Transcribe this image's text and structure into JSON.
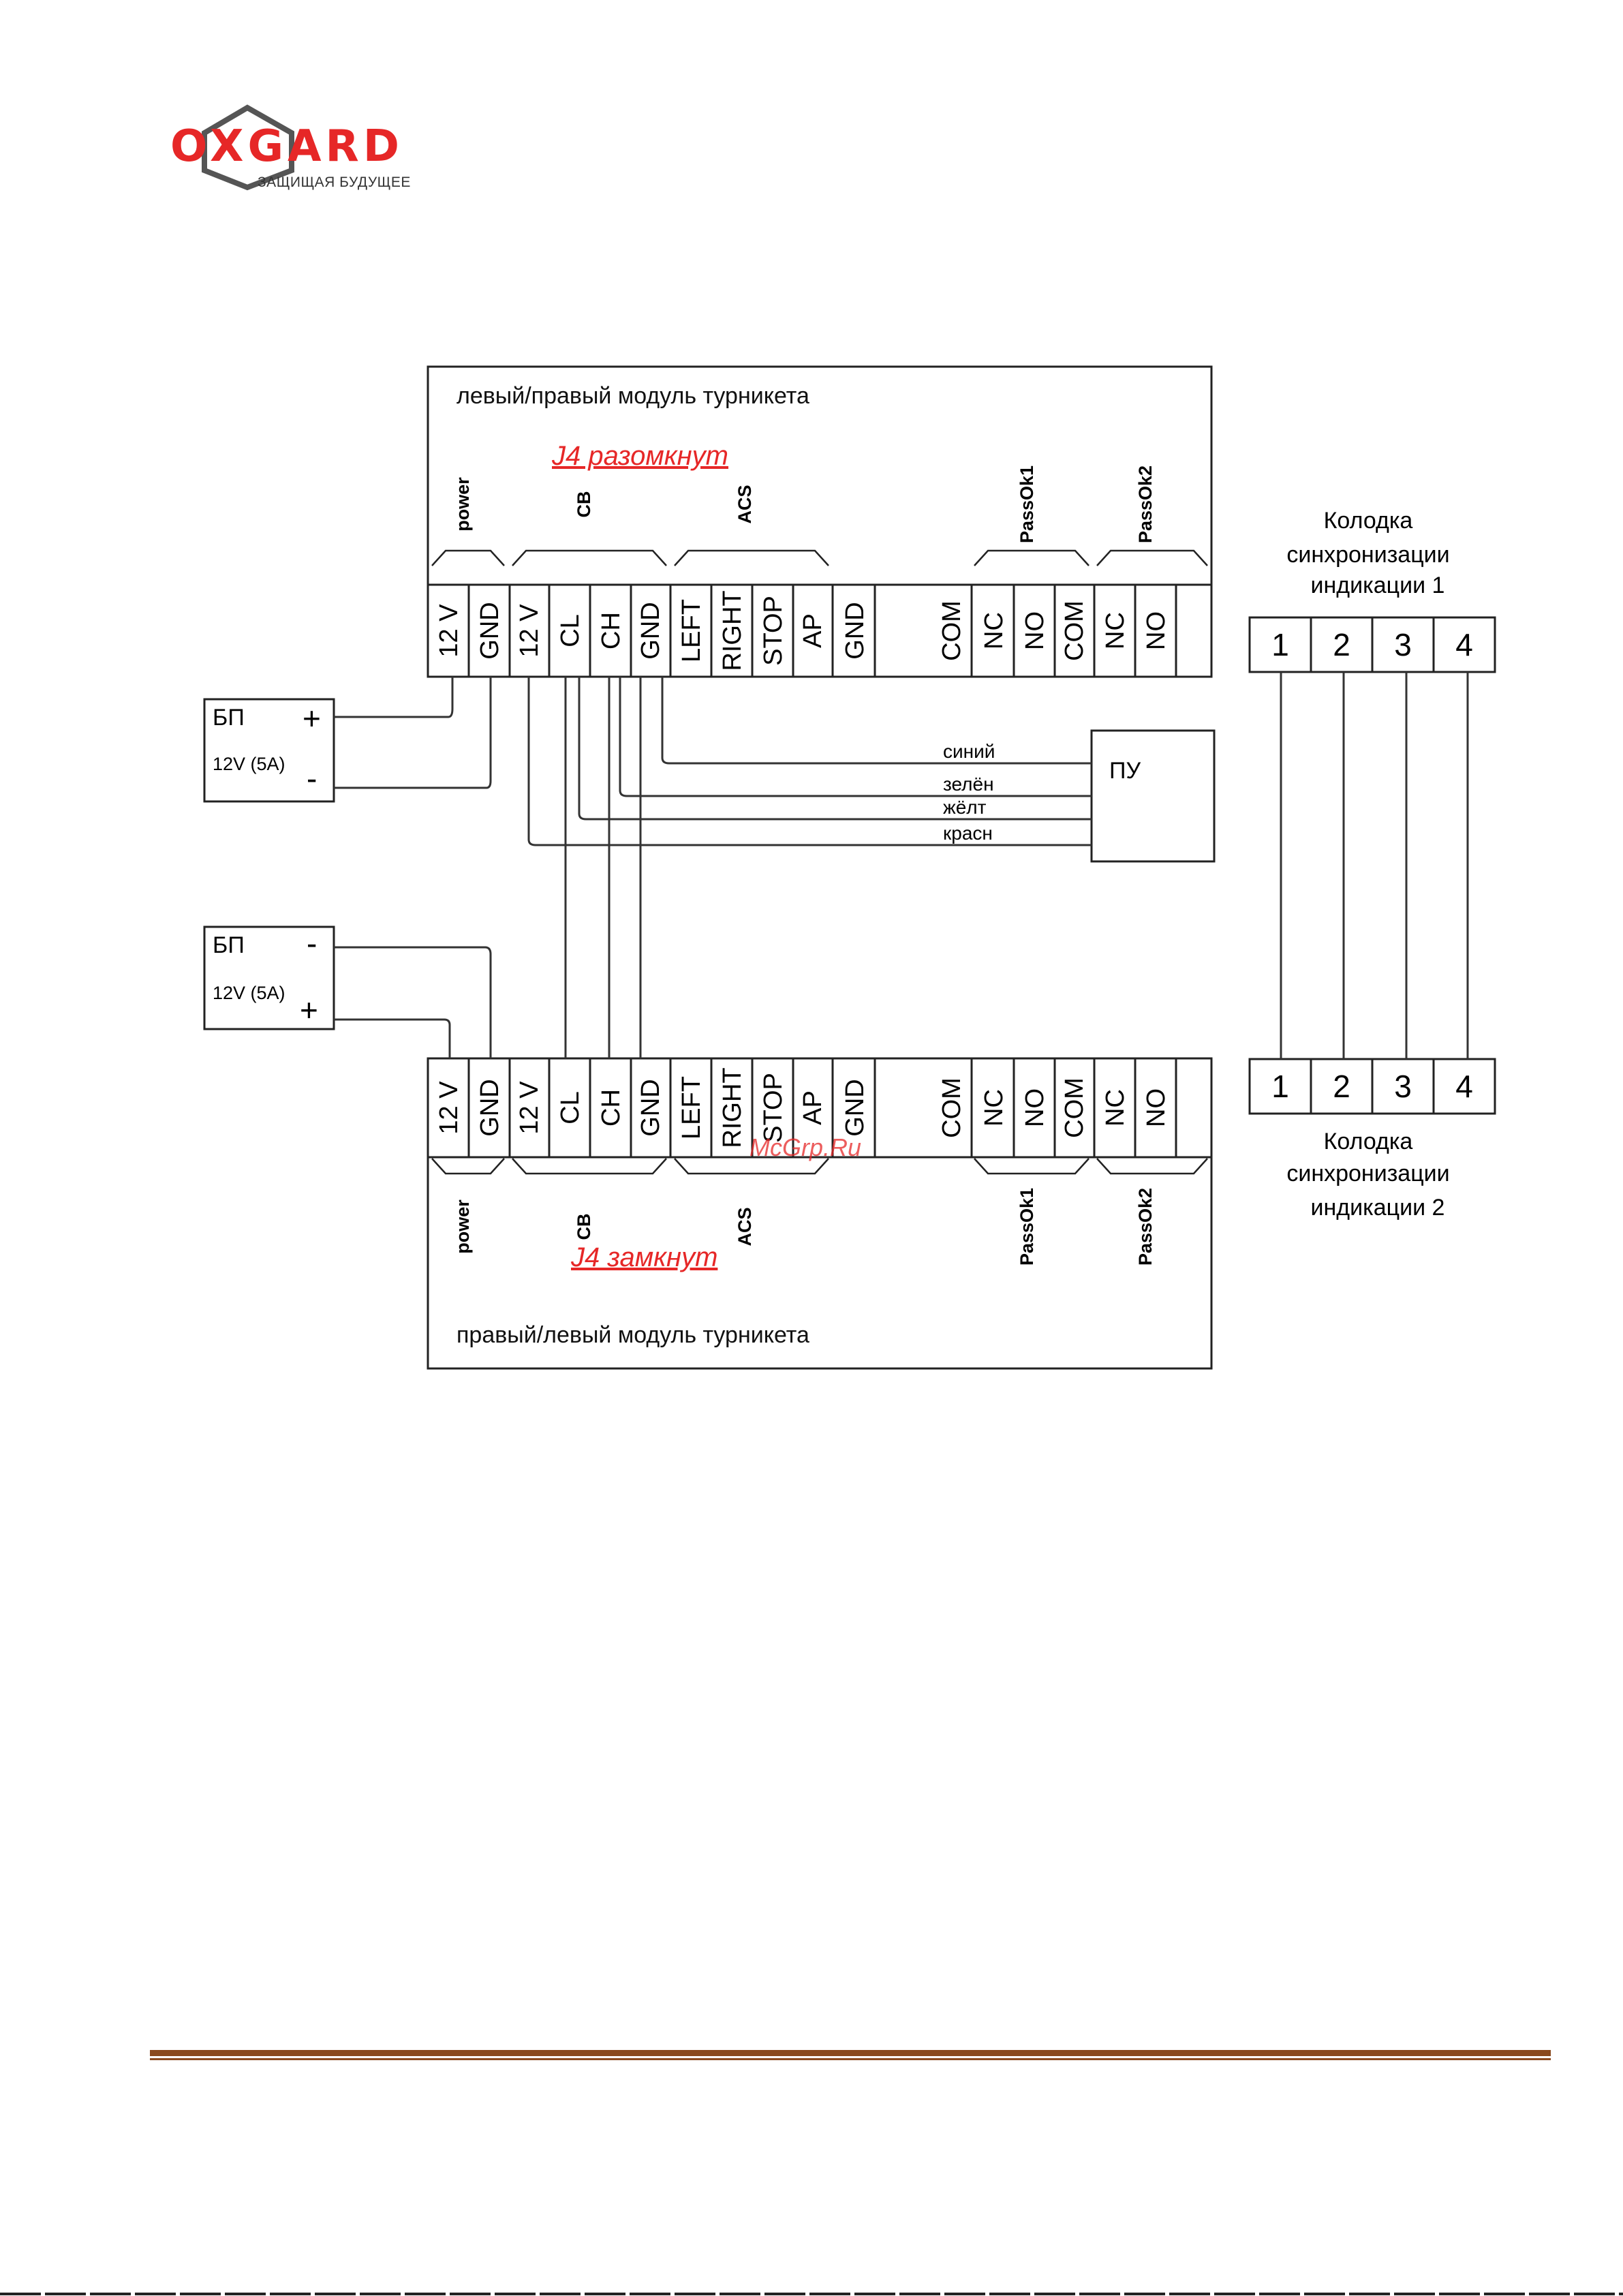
{
  "logo": {
    "brand": "OXGARD",
    "tagline": "ЗАЩИЩАЯ БУДУЩЕЕ"
  },
  "diagram": {
    "top_module": {
      "title": "левый/правый модуль турникета",
      "jumper_note": "J4 разомкнут",
      "groups": [
        "power",
        "CB",
        "ACS",
        "PassOk1",
        "PassOk2"
      ],
      "terminals": [
        "12 V",
        "GND",
        "12 V",
        "CL",
        "CH",
        "GND",
        "LEFT",
        "RIGHT",
        "STOP",
        "AP",
        "GND",
        "COM",
        "NC",
        "NO",
        "COM",
        "NC",
        "NO"
      ]
    },
    "bottom_module": {
      "title": "правый/левый модуль турникета",
      "jumper_note": "J4 замкнут",
      "groups": [
        "power",
        "CB",
        "ACS",
        "PassOk1",
        "PassOk2"
      ],
      "terminals": [
        "12 V",
        "GND",
        "12 V",
        "CL",
        "CH",
        "GND",
        "LEFT",
        "RIGHT",
        "STOP",
        "AP",
        "GND",
        "COM",
        "NC",
        "NO",
        "COM",
        "NC",
        "NO"
      ]
    },
    "psu_top": {
      "label": "БП",
      "rating": "12V (5A)",
      "terminal_1": "+",
      "terminal_2": "-"
    },
    "psu_bottom": {
      "label": "БП",
      "rating": "12V (5A)",
      "terminal_1": "-",
      "terminal_2": "+"
    },
    "remote": {
      "label": "ПУ",
      "wires": [
        "синий",
        "зелён",
        "жёлт",
        "красн"
      ]
    },
    "sync_block_1": {
      "caption": "Колодка синхронизации индикации 1",
      "pins": [
        "1",
        "2",
        "3",
        "4"
      ]
    },
    "sync_block_2": {
      "caption": "Колодка синхронизации индикации 2",
      "pins": [
        "1",
        "2",
        "3",
        "4"
      ]
    },
    "watermark": "McGrp.Ru"
  },
  "colors": {
    "accent": "#e62727",
    "footer_rule": "#8a4a1e"
  }
}
